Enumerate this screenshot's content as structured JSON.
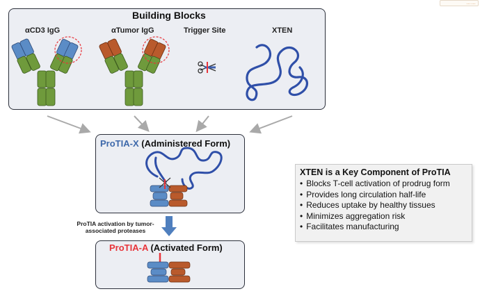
{
  "building_blocks": {
    "title": "Building Blocks",
    "labels": {
      "acd3": "αCD3  IgG",
      "atumor": "αTumor IgG",
      "trigger": "Trigger Site",
      "xten": "XTEN"
    }
  },
  "protia_x": {
    "prefix": "ProTIA-X",
    "suffix": " (Administered Form)"
  },
  "activation_note": "ProTIA activation by tumor-associated proteases",
  "protia_a": {
    "prefix": "ProTIA-A",
    "suffix": " (Activated Form)"
  },
  "key_box": {
    "title": "XTEN is a Key Component of ProTIA",
    "items": [
      "Blocks T-cell activation of prodrug form",
      "Provides long circulation half-life",
      "Reduces uptake by healthy tissues",
      "Minimizes aggregation risk",
      "Facilitates manufacturing"
    ]
  },
  "corner_badge": "……",
  "colors": {
    "igg_green": "#6f9a3c",
    "cd3_blue": "#5b8cc6",
    "tumor_orange": "#b95a2c",
    "xten_blue": "#2f4fa8",
    "panel_bg": "#eceef3",
    "arrow_gray": "#a9a9a9",
    "arrow_blue": "#4f7fbe",
    "highlight_red": "#e8343a"
  },
  "icons": {
    "scissors": "scissors-icon"
  }
}
